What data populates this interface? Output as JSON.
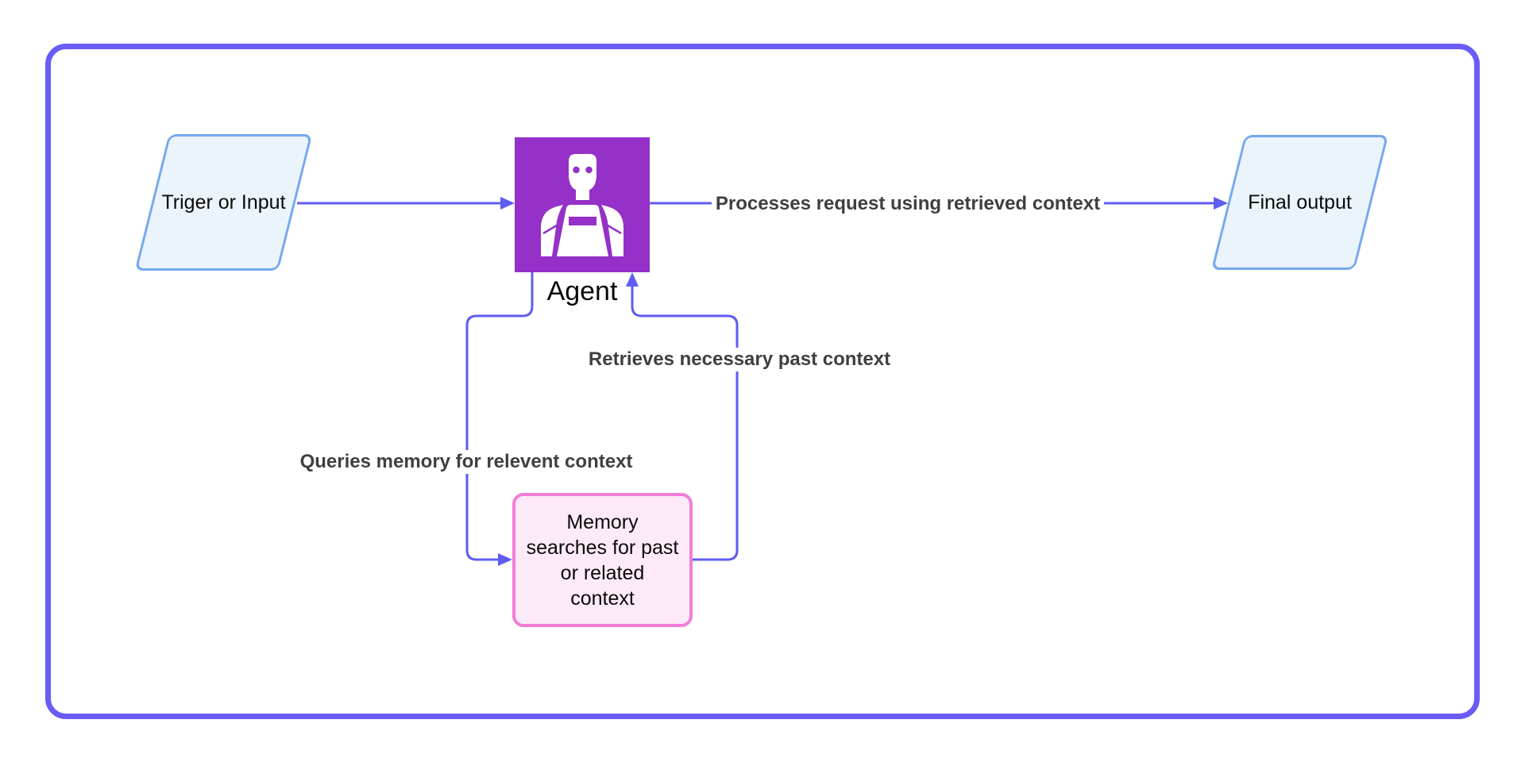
{
  "diagram": {
    "kind": "flowchart",
    "nodes": {
      "trigger": {
        "label": "Triger or Input",
        "shape": "parallelogram"
      },
      "agent": {
        "label": "Agent",
        "shape": "square",
        "icon": "robot-icon"
      },
      "memory": {
        "label": "Memory\nsearches for past\nor related\ncontext",
        "shape": "rounded-rectangle"
      },
      "final_output": {
        "label": "Final output",
        "shape": "parallelogram"
      }
    },
    "edges": {
      "agent_to_final": {
        "label": "Processes request using retrieved context"
      },
      "agent_to_memory": {
        "label": "Queries memory for relevent context"
      },
      "memory_to_agent": {
        "label": "Retrieves necessary past context"
      }
    }
  },
  "colors": {
    "frame": "#6a5cf6",
    "connector": "#5f5cf0",
    "agent_fill": "#9530c8",
    "io_fill": "#ebf3fb",
    "io_stroke": "#74a9ee",
    "memory_fill": "#fdeaf9",
    "memory_stroke": "#f17dd8",
    "edge_label_color": "#3f3f3f",
    "node_label_color": "#0a0a0a"
  }
}
